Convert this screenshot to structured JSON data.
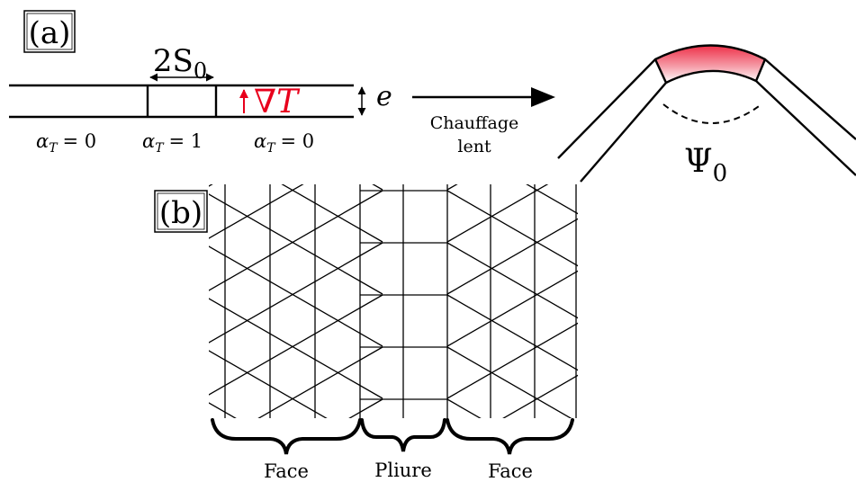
{
  "panel_a": {
    "label": "(a)",
    "width_label_main": "2S",
    "width_label_sub": "0",
    "gradient_nabla": "∇",
    "gradient_var": "T",
    "thickness_label": "e",
    "alpha_left": "= 0",
    "alpha_mid": "= 1",
    "alpha_right": "= 0",
    "alpha_symbol": "α",
    "alpha_sub": "T",
    "arrow_label_line1": "Chauffage",
    "arrow_label_line2": "lent",
    "angle_main": "Ψ",
    "angle_sub": "0"
  },
  "panel_b": {
    "label": "(b)",
    "face_left": "Face",
    "fold": "Pliure",
    "face_right": "Face"
  },
  "colors": {
    "stroke": "#000000",
    "gradient_red": "#e8001c",
    "heated_fill": "#f0475f"
  }
}
